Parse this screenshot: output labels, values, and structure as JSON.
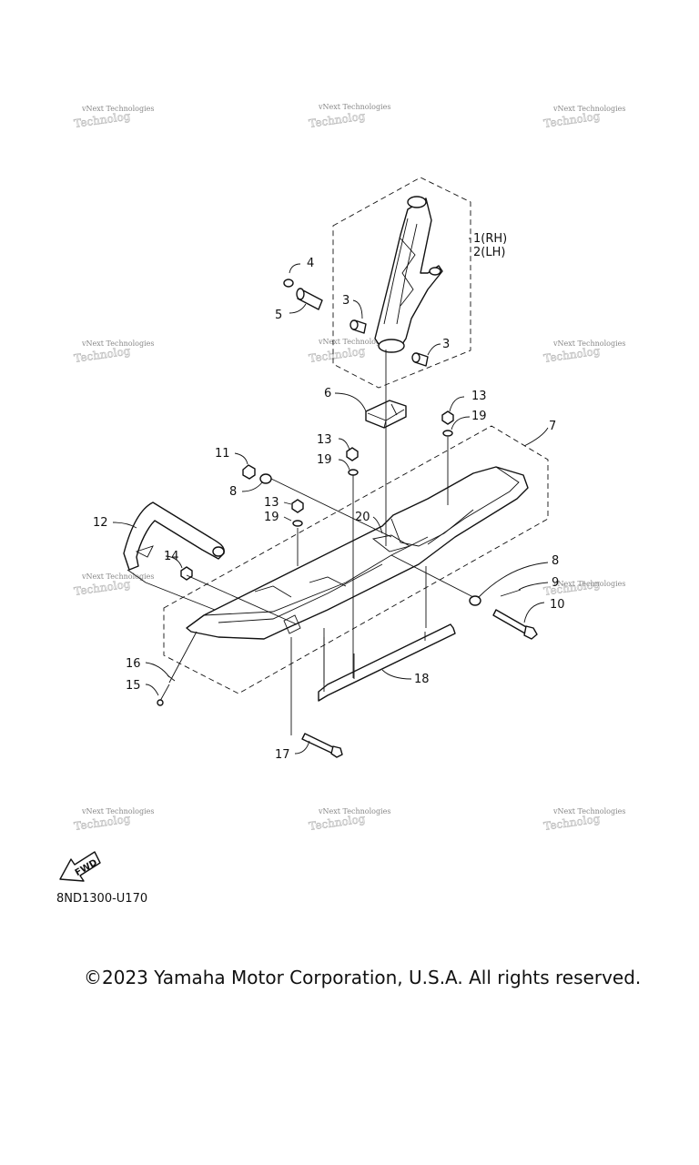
{
  "watermark_text": "vNext Technologies",
  "callouts": {
    "p1": "1(RH)",
    "p2": "2(LH)",
    "p3a": "3",
    "p3b": "3",
    "p4": "4",
    "p5": "5",
    "p6": "6",
    "p7": "7",
    "p8a": "8",
    "p8b": "8",
    "p9": "9",
    "p10": "10",
    "p11": "11",
    "p12": "12",
    "p13a": "13",
    "p13b": "13",
    "p13c": "13",
    "p14": "14",
    "p15": "15",
    "p16": "16",
    "p17": "17",
    "p18": "18",
    "p19a": "19",
    "p19b": "19",
    "p19c": "19",
    "p20": "20"
  },
  "fwd_label": "FWD",
  "ref_code": "8ND1300-U170",
  "copyright": "©2023 Yamaha Motor Corporation, U.S.A. All rights reserved."
}
